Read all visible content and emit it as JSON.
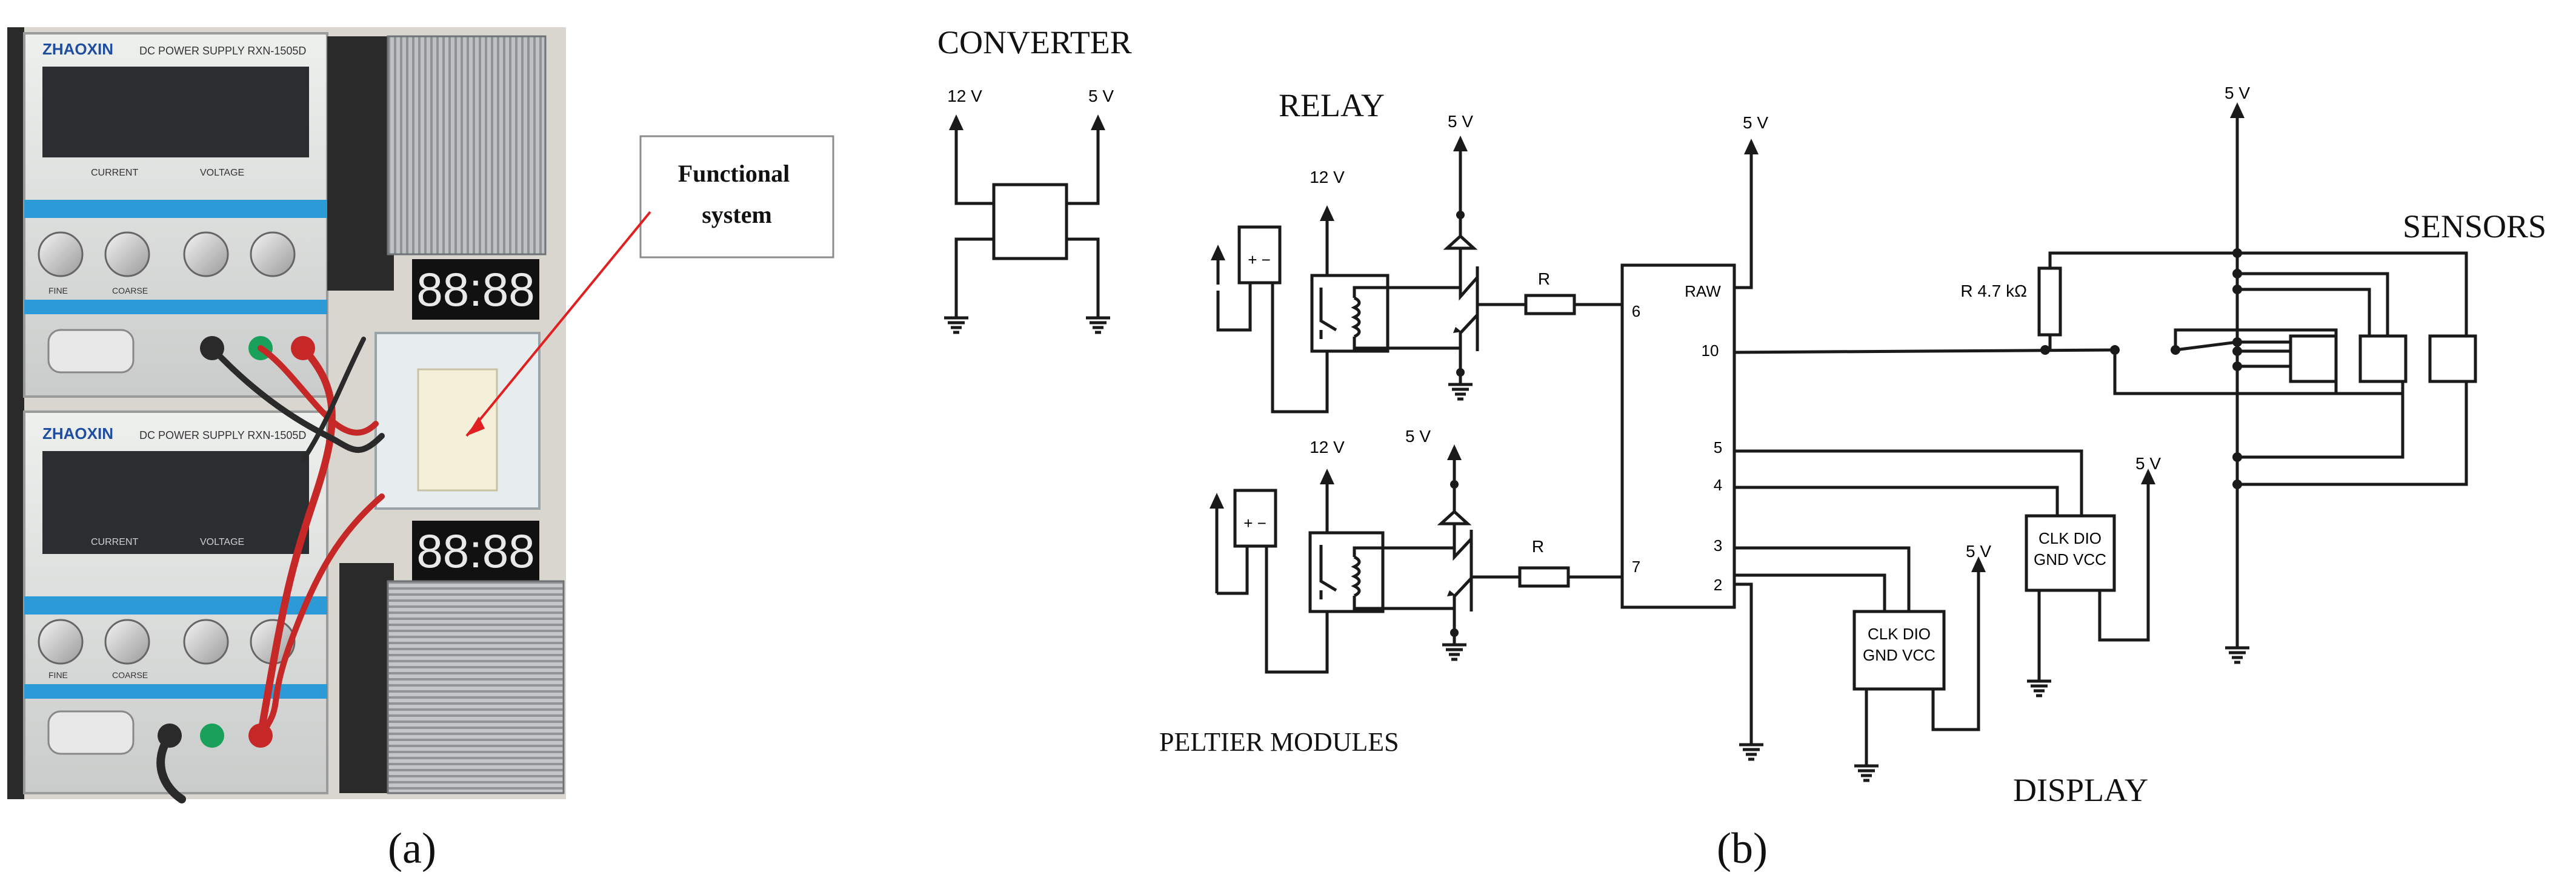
{
  "panel_a": {
    "callout_label": "Functional system",
    "psu_brand": "ZHAOXIN",
    "psu_model": "DC POWER SUPPLY  RXN-1505D",
    "psu_labels": {
      "current": "CURRENT",
      "voltage": "VOLTAGE",
      "fine": "FINE",
      "coarse": "COARSE"
    },
    "display_digits": "88:88",
    "caption": "(a)"
  },
  "panel_b": {
    "titles": {
      "converter": "CONVERTER",
      "relay": "RELAY",
      "sensors": "SENSORS",
      "peltier": "PELTIER MODULES",
      "display": "DISPLAY"
    },
    "voltages": {
      "v12": "12 V",
      "v5": "5 V"
    },
    "resistor_r": "R",
    "pullup": "R 4.7 kΩ",
    "pins": {
      "raw": "RAW",
      "p10": "10",
      "p6": "6",
      "p7": "7",
      "p5": "5",
      "p4": "4",
      "p3": "3",
      "p2": "2"
    },
    "plus_minus": "+  −",
    "display_pins_top": "CLK DIO",
    "display_pins_bottom": "GND VCC",
    "caption": "(b)"
  }
}
